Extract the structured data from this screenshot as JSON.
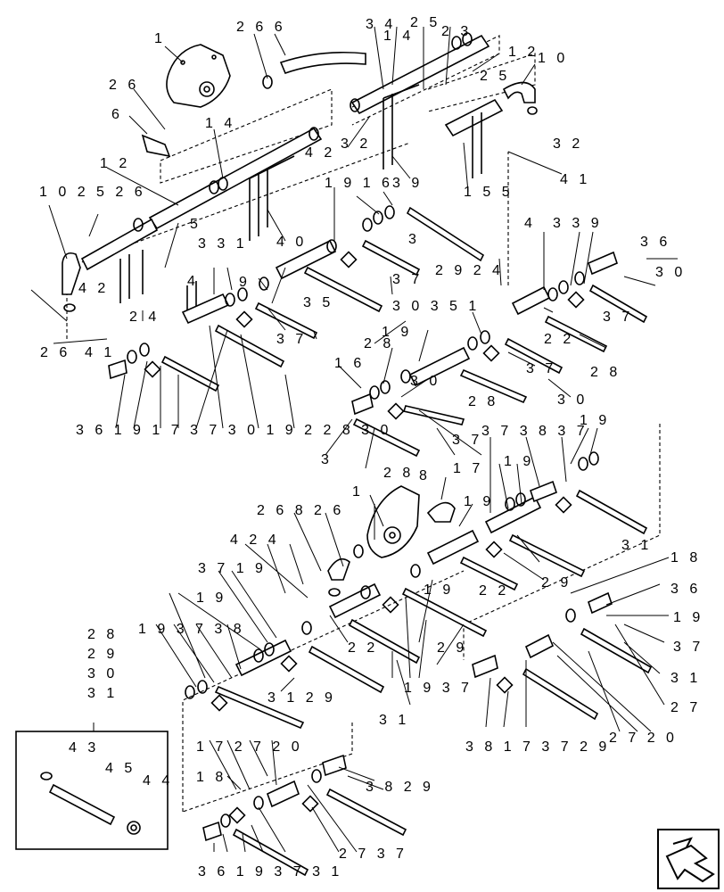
{
  "labels": {
    "upper": {
      "l1": "1",
      "l266_top": "2 6 6",
      "l34": "3 4",
      "l14_a": "1 4",
      "l25_a": "2 5",
      "l23": "2 3",
      "l12_top": "1 2",
      "l10_top": "1 0",
      "l26_a": "2 6",
      "l25_b": "2 5",
      "l6": "6",
      "l14_b": "1 4",
      "l32_a": "3 2",
      "l32_b": "3 2",
      "l12_b": "1 2",
      "l42_a": "4 2",
      "l41_a": "4 1",
      "l39": "3 9",
      "l155": "1 5 5",
      "l10526": "1 0 2 5 2 6",
      "l1916": "1 9 1 6",
      "l4_a": "4",
      "l339": "3 3 9",
      "l36_a": "3 6",
      "l5": "5",
      "l40": "4 0",
      "l3_a": "3",
      "l331": "3 3 1",
      "l2924": "2 9 2 4",
      "l30_a": "3 0",
      "l42_b": "4 2",
      "l4_b": "4",
      "l37_a": "3 7",
      "l30351": "3 0 3 5 1",
      "l9": "9",
      "l24": "2 4",
      "l37_b": "3 7",
      "l26_b": "2 6",
      "l41_b": "4 1",
      "l35": "3 5",
      "l22_a": "2 2",
      "l28_a": "2 8",
      "l37_c": "3 7",
      "l19_a": "1 9",
      "l37_d": "3 7",
      "l16": "1 6",
      "l30_b": "3 0",
      "l30_c": "3 0",
      "l28_b": "2 8",
      "l37_e": "3 7",
      "l19173": "3 6 1 9 1 7 3 7 3 0 1 9 2 2 8 3 0",
      "l3_b": "3",
      "l28_c": "2 8",
      "l17_a": "1 7"
    },
    "lower": {
      "l373837": "3 7 3 8 3 7",
      "l19_b": "1 9",
      "l19_c": "1 9",
      "l8": "8",
      "l1_b": "1",
      "l19_d": "1 9",
      "l268": "2 6 8",
      "l26_c": "2 6",
      "l31_a": "3 1",
      "l424": "4 2 4",
      "l3719": "3 7 1 9",
      "l18_a": "1 8",
      "l36_b": "3 6",
      "l19_e": "1 9",
      "l22_b": "2 2",
      "l29_a": "2 9",
      "l19_f": "1 9",
      "l37_f": "3 7",
      "l193738": "1 9 3 7 3 8",
      "l22_c": "2 2",
      "l29_b": "2 9",
      "l31_b": "3 1",
      "l27_a": "2 7",
      "l1937": "1 9 3 7",
      "l3129": "3 1 2 9",
      "l31_c": "3 1",
      "l381737": "3 8 1 7 3 7 2 9",
      "l2720_a": "2 7 2 0",
      "l172720": "1 7 2 7 2 0",
      "l18_b": "1 8",
      "l3829": "3 8 2 9",
      "l2737": "2 7 3 7",
      "l3619": "3 6 1 9 3 7 3 1"
    },
    "inset": {
      "ref28": "2 8",
      "ref29": "2 9",
      "ref30": "3 0",
      "ref31": "3 1",
      "l43": "4 3",
      "l45": "4 5",
      "l44": "4 4"
    }
  },
  "nav_icon": "next-page-arrow-icon"
}
